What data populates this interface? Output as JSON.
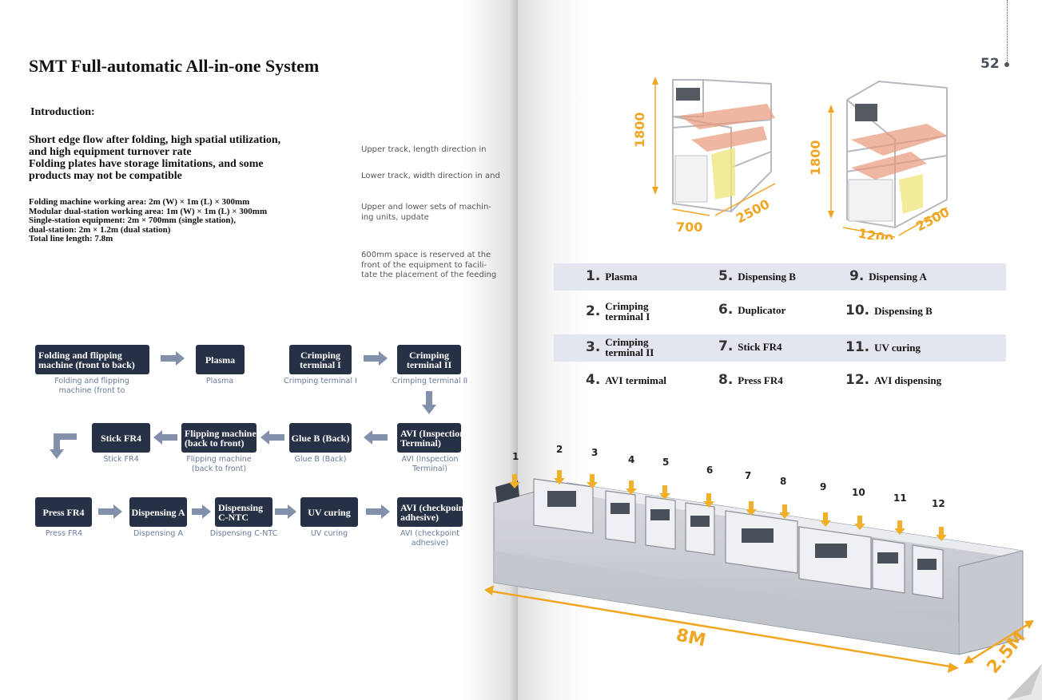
{
  "left_page": {
    "title": "SMT Full-automatic All-in-one System",
    "intro_heading": "Introduction:",
    "intro_lines": [
      "Short edge flow after folding, high spatial utilization,",
      "and high equipment turnover rate",
      "Folding plates have storage limitations, and some",
      "products may not be compatible"
    ],
    "specs": [
      "Folding machine working area: 2m (W) × 1m (L) × 300mm",
      "Modular dual-station working area: 1m (W) × 1m (L) × 300mm",
      "Single-station equipment: 2m × 700mm (single station),",
      "dual-station: 2m × 1.2m (dual station)",
      "Total line length: 7.8m"
    ],
    "notes": [
      [
        "Upper track, length direction in"
      ],
      [
        "Lower track, width direction in and"
      ],
      [
        "Upper and lower sets of machin-",
        "ing units, update"
      ],
      [
        "600mm space is reserved at the",
        "front of the equipment to facili-",
        "tate the placement of the feeding"
      ]
    ],
    "flow": [
      {
        "box": [
          "Folding and flipping",
          "machine (front to back)"
        ],
        "caption": [
          "Folding and flipping",
          "machine (front to"
        ]
      },
      {
        "box": [
          "Plasma"
        ],
        "caption": [
          "Plasma"
        ]
      },
      {
        "box": [
          "Crimping",
          "terminal I"
        ],
        "caption": [
          "Crimping terminal I"
        ]
      },
      {
        "box": [
          "Crimping",
          "terminal II"
        ],
        "caption": [
          "Crimping terminal II"
        ]
      },
      {
        "box": [
          "AVI (Inspection",
          "Terminal)"
        ],
        "caption": [
          "AVI (Inspection",
          "Terminal)"
        ]
      },
      {
        "box": [
          "Glue B (Back)"
        ],
        "caption": [
          "Glue B (Back)"
        ]
      },
      {
        "box": [
          "Flipping machine",
          "(back to front)"
        ],
        "caption": [
          "Flipping machine",
          "(back to front)"
        ]
      },
      {
        "box": [
          "Stick FR4"
        ],
        "caption": [
          "Stick FR4"
        ]
      },
      {
        "box": [
          "Press FR4"
        ],
        "caption": [
          "Press FR4"
        ]
      },
      {
        "box": [
          "Dispensing A"
        ],
        "caption": [
          "Dispensing A"
        ]
      },
      {
        "box": [
          "Dispensing",
          "C-NTC"
        ],
        "caption": [
          "Dispensing C-NTC"
        ]
      },
      {
        "box": [
          "UV curing"
        ],
        "caption": [
          "UV curing"
        ]
      },
      {
        "box": [
          "AVI (checkpoint",
          "adhesive)"
        ],
        "caption": [
          "AVI (checkpoint",
          "adhesive)"
        ]
      }
    ]
  },
  "right_page": {
    "page_number": "52",
    "machine_single": {
      "height": "1800",
      "width": "700",
      "length": "2500"
    },
    "machine_dual": {
      "height": "1800",
      "width": "1200",
      "length": "2500"
    },
    "legend": [
      {
        "num": "1.",
        "label": [
          "Plasma"
        ]
      },
      {
        "num": "2.",
        "label": [
          "Crimping",
          "terminal I"
        ]
      },
      {
        "num": "3.",
        "label": [
          "Crimping",
          "terminal II"
        ]
      },
      {
        "num": "4.",
        "label": [
          "AVI termimal"
        ]
      },
      {
        "num": "5.",
        "label": [
          "Dispensing B"
        ]
      },
      {
        "num": "6.",
        "label": [
          "Duplicator"
        ]
      },
      {
        "num": "7.",
        "label": [
          "Stick FR4"
        ]
      },
      {
        "num": "8.",
        "label": [
          "Press FR4"
        ]
      },
      {
        "num": "9.",
        "label": [
          "Dispensing A"
        ]
      },
      {
        "num": "10.",
        "label": [
          "Dispensing B"
        ]
      },
      {
        "num": "11.",
        "label": [
          "UV curing"
        ]
      },
      {
        "num": "12.",
        "label": [
          "AVI dispensing"
        ]
      }
    ],
    "line_station_numbers": [
      "1",
      "2",
      "3",
      "4",
      "5",
      "6",
      "7",
      "8",
      "9",
      "10",
      "11",
      "12"
    ],
    "line_length": "8M",
    "line_width": "2.5M"
  },
  "colors": {
    "box_fill": "#263146",
    "caption": "#6a7a99",
    "arrow": "#8290ab",
    "dimension": "#f0a623",
    "legend_shade": "#e4e6ef"
  }
}
